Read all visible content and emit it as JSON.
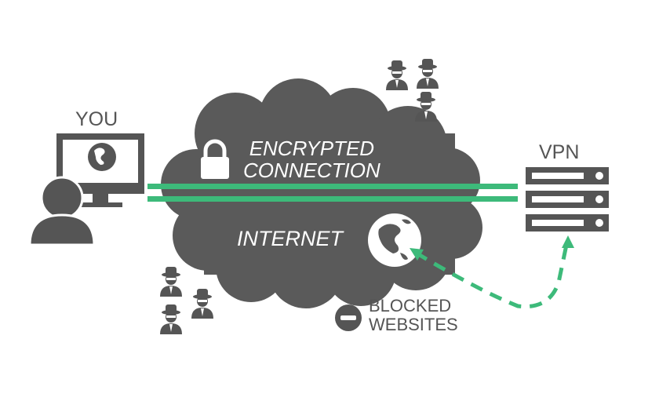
{
  "diagram": {
    "labels": {
      "you": "YOU",
      "vpn": "VPN",
      "encrypted_line1": "ENCRYPTED",
      "encrypted_line2": "CONNECTION",
      "internet": "INTERNET",
      "blocked_line1": "BLOCKED",
      "blocked_line2": "WEBSITES"
    },
    "icons": [
      "user-icon",
      "monitor-icon",
      "globe-icon",
      "lock-icon",
      "server-icon",
      "spy-icon",
      "blocked-icon"
    ],
    "spy_groups": {
      "top_right_count": 3,
      "bottom_left_count": 3
    },
    "vpn_server_units": 3,
    "colors": {
      "dark_gray": "#555555",
      "cloud_gray": "#5a5a5a",
      "green": "#3dba7a",
      "white": "#ffffff"
    }
  }
}
